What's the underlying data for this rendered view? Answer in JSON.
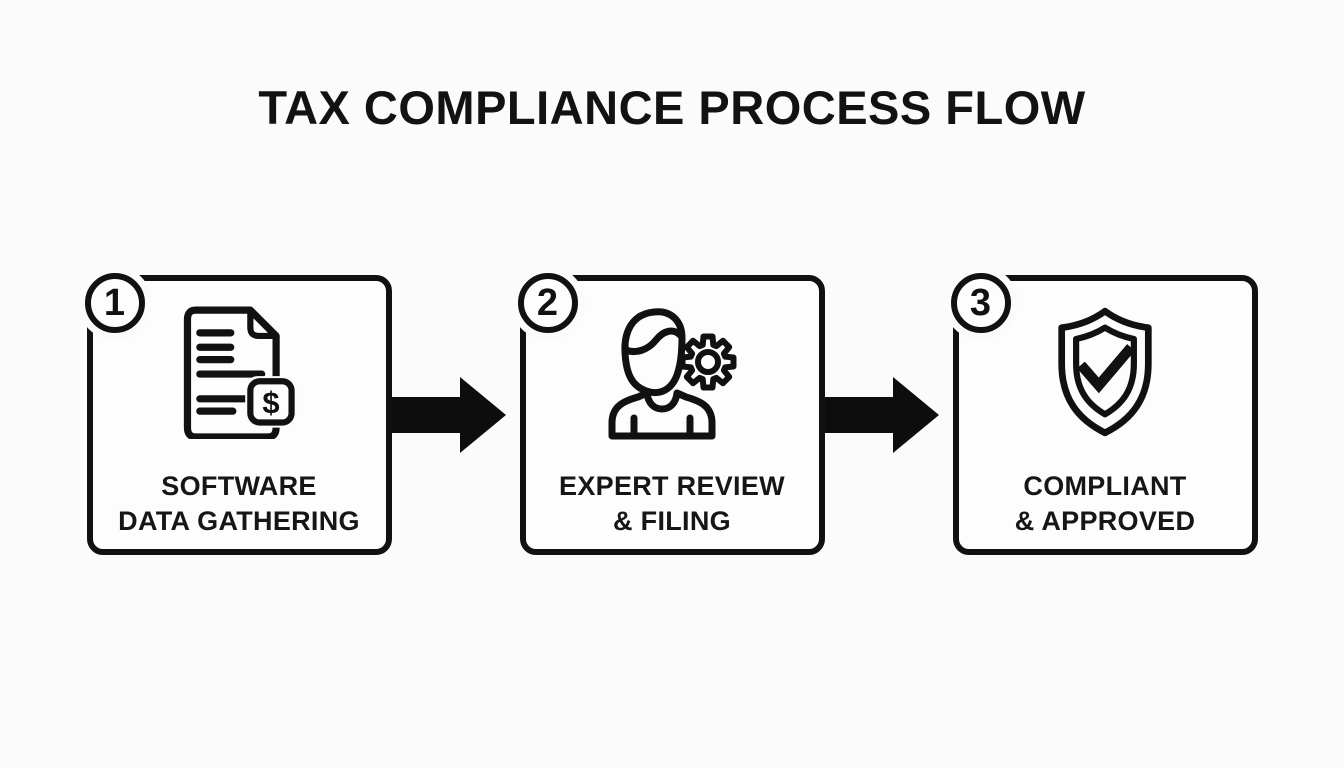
{
  "title": "TAX COMPLIANCE PROCESS FLOW",
  "steps": [
    {
      "number": "1",
      "label_line1": "SOFTWARE",
      "label_line2": "DATA GATHERING",
      "icon": "invoice-document-icon"
    },
    {
      "number": "2",
      "label_line1": "EXPERT REVIEW",
      "label_line2": "& FILING",
      "icon": "expert-person-gear-icon"
    },
    {
      "number": "3",
      "label_line1": "COMPLIANT",
      "label_line2": "& APPROVED",
      "icon": "shield-check-icon"
    }
  ],
  "symbols": {
    "dollar": "$"
  },
  "colors": {
    "background": "#fbfbfb",
    "box_fill": "#fdfdfd",
    "stroke": "#111111",
    "arrow": "#0d0d0d",
    "text": "#141414"
  }
}
